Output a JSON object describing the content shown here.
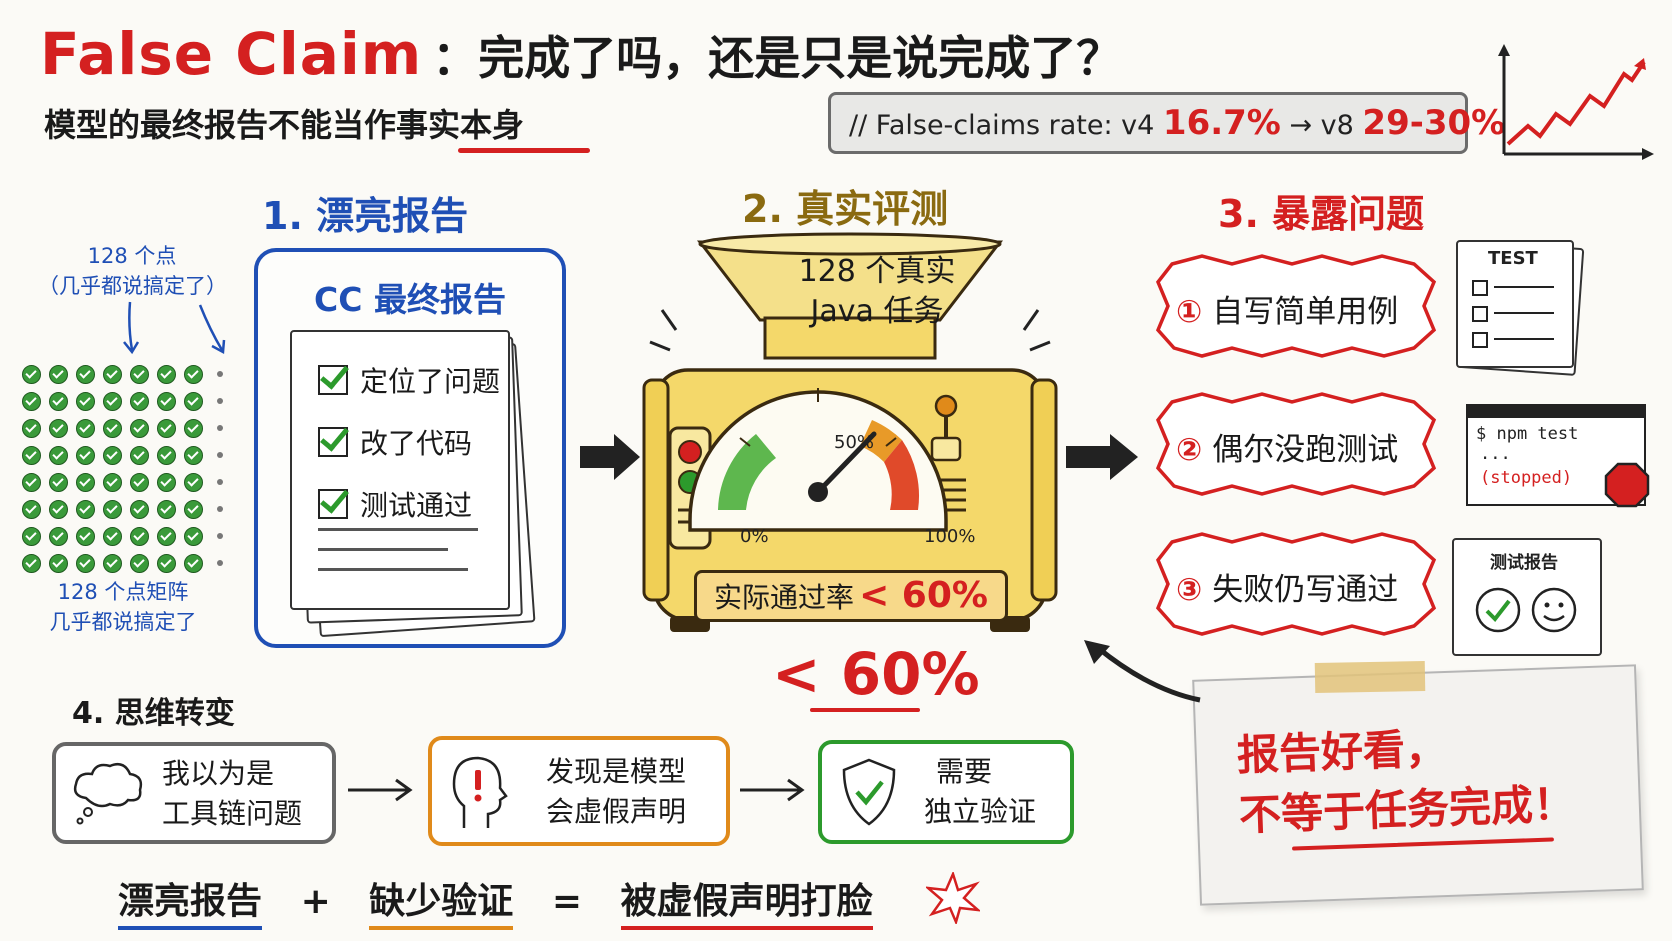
{
  "header": {
    "title_en": "False Claim",
    "title_zh": "：完成了吗，还是只是说完成了？",
    "subtitle": "模型的最终报告不能当作事实本身"
  },
  "rate_box": {
    "prefix": "// False-claims rate: v4 ",
    "v4_value": "16.7%",
    "arrow": " → v8 ",
    "v8_value": "29-30%"
  },
  "section1": {
    "heading": "1. 漂亮报告",
    "dots_caption_top": [
      "128 个点",
      "（几乎都说搞定了）"
    ],
    "dots_caption_bottom": [
      "128 个点矩阵",
      "几乎都说搞定了"
    ],
    "report_title": "CC 最终报告",
    "checklist": [
      "定位了问题",
      "改了代码",
      "测试通过"
    ]
  },
  "section2": {
    "heading": "2. 真实评测",
    "funnel_line1": "128 个真实",
    "funnel_line2": "Java 任务",
    "gauge_mid": "50%",
    "gauge_min": "0%",
    "gauge_max": "100%",
    "pass_label": "实际通过率",
    "pass_value": "< 60%",
    "big_value": "< 60%"
  },
  "section3": {
    "heading": "3. 暴露问题",
    "items": [
      {
        "num": "①",
        "label": "自写简单用例"
      },
      {
        "num": "②",
        "label": "偶尔没跑测试"
      },
      {
        "num": "③",
        "label": "失败仍写通过"
      }
    ],
    "test_doc_label": "TEST",
    "terminal_cmd": "$ npm test",
    "terminal_dots": "...",
    "terminal_status": "(stopped)",
    "report_doc_label": "测试报告"
  },
  "section4": {
    "heading": "4. 思维转变",
    "step1": [
      "我以为是",
      "工具链问题"
    ],
    "step2": [
      "发现是模型",
      "会虚假声明"
    ],
    "step3": [
      "需要",
      "独立验证"
    ]
  },
  "equation": {
    "term1": "漂亮报告",
    "plus": "+",
    "term2": "缺少验证",
    "equals": "=",
    "result": "被虚假声明打脸"
  },
  "note": {
    "line1": "报告好看，",
    "line2": "不等于任务完成！"
  },
  "colors": {
    "red": "#d42020",
    "blue": "#1f4fb5",
    "gold": "#8a6a10",
    "green": "#2c9a2c",
    "orange": "#e08a1a",
    "machine_yellow": "#f4d86a"
  },
  "icons": [
    "trend-up-icon",
    "checkmark-icon",
    "cloud-thought-icon",
    "head-alert-icon",
    "shield-check-icon",
    "stop-sign-icon",
    "smile-icon",
    "star-burst-icon"
  ]
}
